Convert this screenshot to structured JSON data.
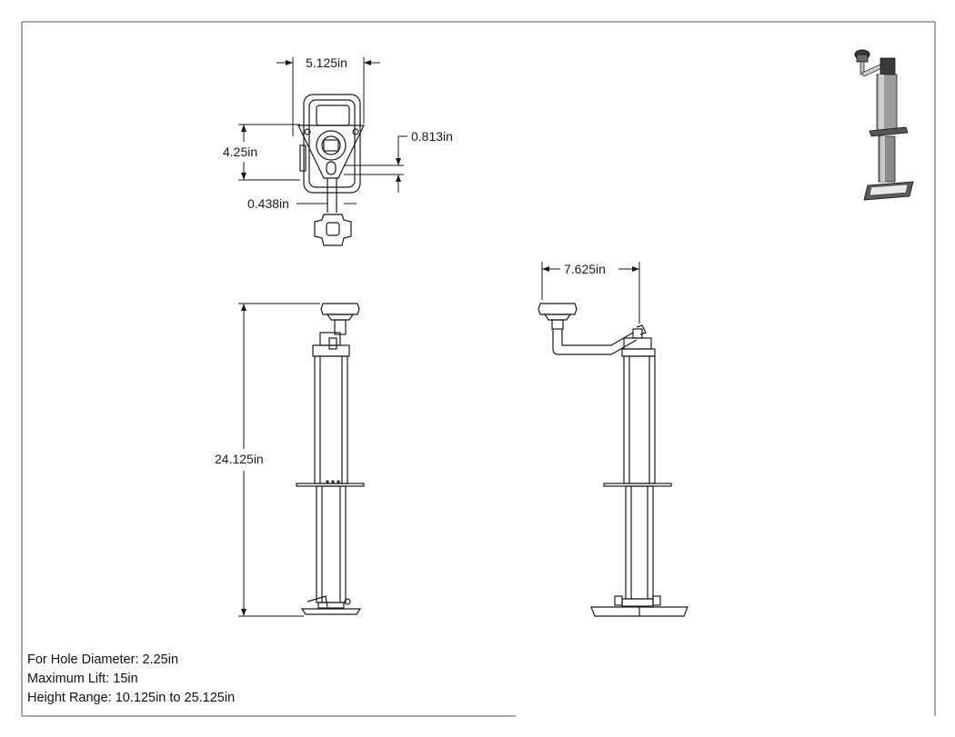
{
  "dimensions": {
    "top_width": "5.125in",
    "top_height": "4.25in",
    "top_offset": "0.813in",
    "top_handle": "0.438in",
    "side_handle_reach": "7.625in",
    "overall_height": "24.125in"
  },
  "specs": {
    "hole_diameter": "For Hole Diameter: 2.25in",
    "max_lift": "Maximum Lift: 15in",
    "height_range": "Height Range: 10.125in to 25.125in"
  },
  "colors": {
    "line": "#1a1a1a",
    "frame": "#555555",
    "render_dark": "#2b2b2b",
    "render_mid": "#8a8a8a"
  }
}
